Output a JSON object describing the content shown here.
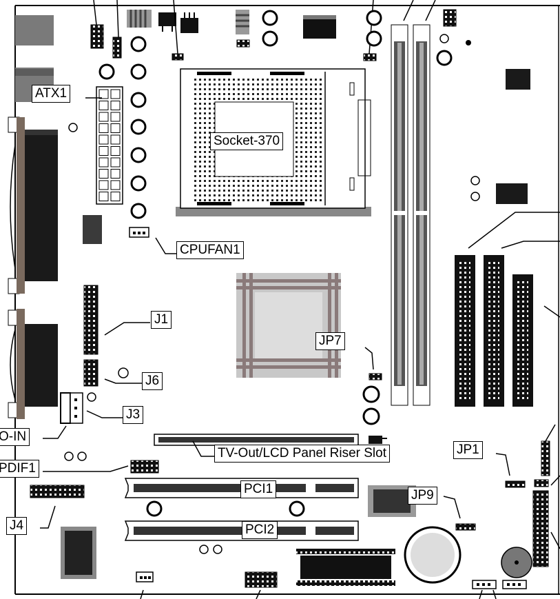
{
  "labels": {
    "atx1": "ATX1",
    "socket": "Socket-370",
    "cpufan1": "CPUFAN1",
    "j1": "J1",
    "j6": "J6",
    "j3": "J3",
    "j4": "J4",
    "jp7": "JP7",
    "jp1": "JP1",
    "jp9": "JP9",
    "pci1": "PCI1",
    "pci2": "PCI2",
    "riser": "TV-Out/LCD Panel Riser Slot",
    "audio_in": "O-IN",
    "spdif1": "PDIF1"
  }
}
